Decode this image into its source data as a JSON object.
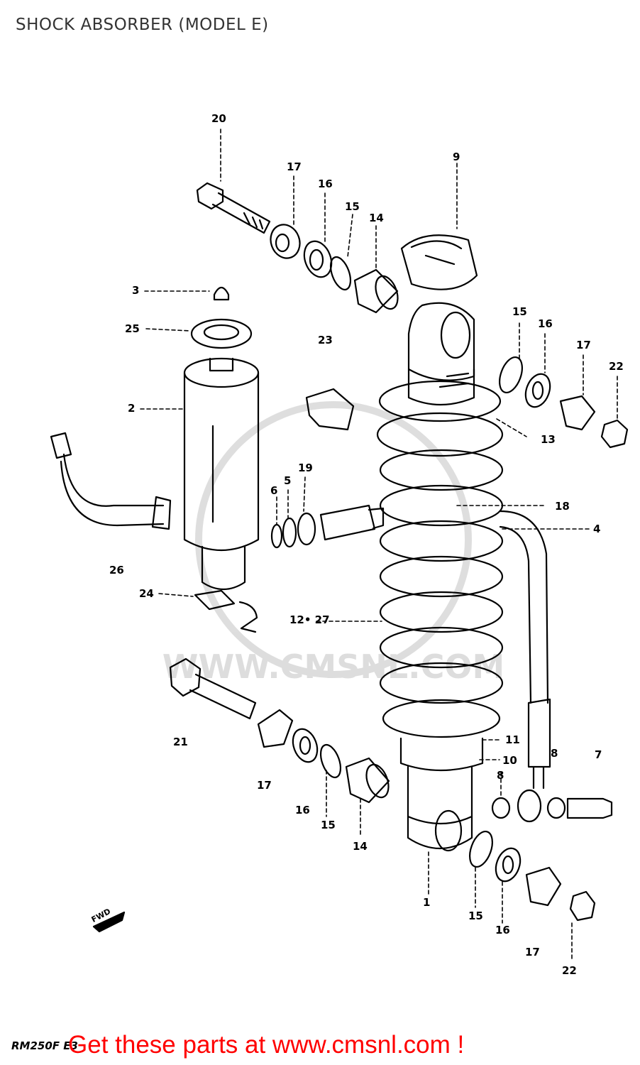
{
  "page": {
    "title": "SHOCK ABSORBER (MODEL E)",
    "model_code": "RM250F E3",
    "banner": "Get these parts at www.cmsnl.com !",
    "watermark": "WWW.CMSNL.COM",
    "fwd_label": "FWD"
  },
  "colors": {
    "banner": "#ff0000",
    "title": "#333333",
    "line": "#000000"
  },
  "callouts": [
    {
      "id": "c20a",
      "text": "20"
    },
    {
      "id": "c17a",
      "text": "17"
    },
    {
      "id": "c16a",
      "text": "16"
    },
    {
      "id": "c15a",
      "text": "15"
    },
    {
      "id": "c14a",
      "text": "14"
    },
    {
      "id": "c9",
      "text": "9"
    },
    {
      "id": "c3",
      "text": "3"
    },
    {
      "id": "c25",
      "text": "25"
    },
    {
      "id": "c23",
      "text": "23"
    },
    {
      "id": "c15b",
      "text": "15"
    },
    {
      "id": "c16b",
      "text": "16"
    },
    {
      "id": "c17b",
      "text": "17"
    },
    {
      "id": "c22a",
      "text": "22"
    },
    {
      "id": "c2",
      "text": "2"
    },
    {
      "id": "c13",
      "text": "13"
    },
    {
      "id": "c19",
      "text": "19"
    },
    {
      "id": "c5",
      "text": "5"
    },
    {
      "id": "c6",
      "text": "6"
    },
    {
      "id": "c18",
      "text": "18"
    },
    {
      "id": "c4",
      "text": "4"
    },
    {
      "id": "c26",
      "text": "26"
    },
    {
      "id": "c24",
      "text": "24"
    },
    {
      "id": "c1227",
      "text": "12• 27"
    },
    {
      "id": "c21",
      "text": "21"
    },
    {
      "id": "c11",
      "text": "11"
    },
    {
      "id": "c10",
      "text": "10"
    },
    {
      "id": "c8a",
      "text": "8"
    },
    {
      "id": "c7",
      "text": "7"
    },
    {
      "id": "c8b",
      "text": "8"
    },
    {
      "id": "c17c",
      "text": "17"
    },
    {
      "id": "c16c",
      "text": "16"
    },
    {
      "id": "c15c",
      "text": "15"
    },
    {
      "id": "c14b",
      "text": "14"
    },
    {
      "id": "c1",
      "text": "1"
    },
    {
      "id": "c15d",
      "text": "15"
    },
    {
      "id": "c16d",
      "text": "16"
    },
    {
      "id": "c17d",
      "text": "17"
    },
    {
      "id": "c22b",
      "text": "22"
    }
  ]
}
